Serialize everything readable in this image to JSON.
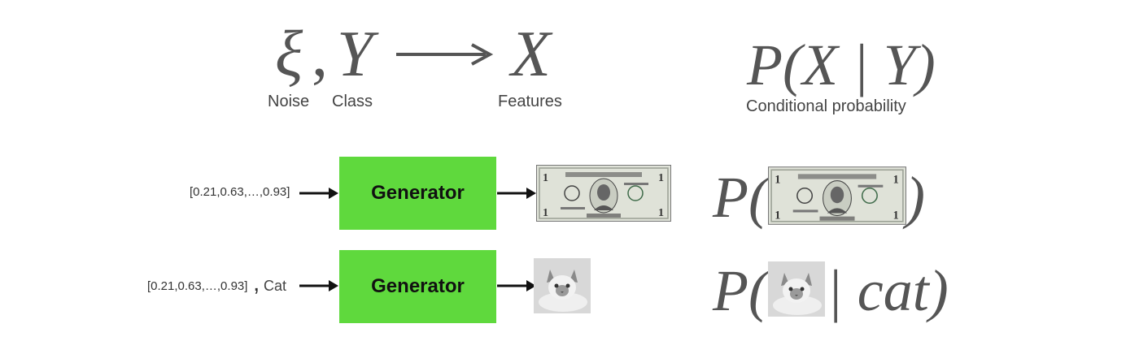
{
  "top": {
    "noise_symbol": "ξ",
    "comma": ",",
    "class_symbol": "Y",
    "features_symbol": "X",
    "noise_label": "Noise",
    "class_label": "Class",
    "features_label": "Features",
    "formula": "P(X | Y)",
    "formula_label": "Conditional probability"
  },
  "row1": {
    "input": "[0.21,0.63,…,0.93]",
    "generator_label": "Generator",
    "output_image": "dollar-bill-image",
    "formula_prefix": "P(",
    "formula_suffix": ")"
  },
  "row2": {
    "input": "[0.21,0.63,…,0.93]",
    "comma": ",",
    "class_input": "Cat",
    "generator_label": "Generator",
    "output_image": "cat-photo-image",
    "formula_prefix": "P(",
    "formula_suffix": "| cat)"
  },
  "colors": {
    "generator": "#5fd93d",
    "arrow": "#111111",
    "math_text": "#555555"
  }
}
